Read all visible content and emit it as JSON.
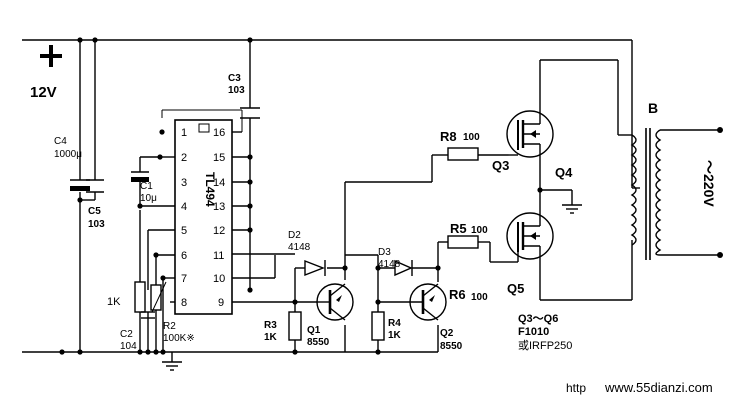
{
  "supply": {
    "plus": "+",
    "voltage": "12V"
  },
  "ic": {
    "name": "TL494",
    "pins_left": [
      "1",
      "2",
      "3",
      "4",
      "5",
      "6",
      "7",
      "8"
    ],
    "pins_right": [
      "16",
      "15",
      "14",
      "13",
      "12",
      "11",
      "10",
      "9"
    ]
  },
  "parts": {
    "c3_name": "C3",
    "c3_val": "103",
    "c4_name": "C4",
    "c4_val": "1000μ",
    "c5_name": "C5",
    "c5_val": "103",
    "c1_name": "C1",
    "c1_val": "10μ",
    "r_1k": "1K",
    "c2_name": "C2",
    "c2_val": "104",
    "r2_name": "R2",
    "r2_val": "100K※",
    "d2_name": "D2",
    "d2_val": "4148",
    "d3_name": "D3",
    "d3_val": "4148",
    "r3_name": "R3",
    "r3_val": "1K",
    "q1_name": "Q1",
    "q1_val": "8550",
    "r4_name": "R4",
    "r4_val": "1K",
    "q2_name": "Q2",
    "q2_val": "8550",
    "r6_name": "R6",
    "r6_val": "100",
    "r8_name": "R8",
    "r8_val": "100",
    "r5_name": "R5",
    "r5_val": "100",
    "q3": "Q3",
    "q4": "Q4",
    "q5": "Q5",
    "mos_range": "Q3～Q6",
    "mos_type": "F1010",
    "mos_alt": "或IRFP250",
    "transformer": "B",
    "output": "～220V"
  },
  "watermark": {
    "prefix": "http",
    "site": "www.55dianzi.com"
  },
  "colors": {
    "line": "#000000",
    "watermark": "#d9534f"
  }
}
